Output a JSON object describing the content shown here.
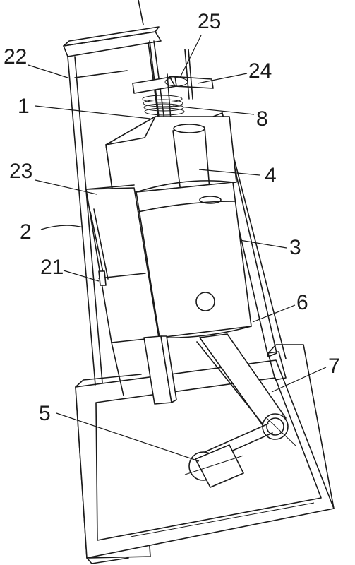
{
  "labels": {
    "l25": "25",
    "l22": "22",
    "l24": "24",
    "l1": "1",
    "l8": "8",
    "l4": "4",
    "l23": "23",
    "l2": "2",
    "l3": "3",
    "l21": "21",
    "l6": "6",
    "l7": "7",
    "l5": "5"
  }
}
